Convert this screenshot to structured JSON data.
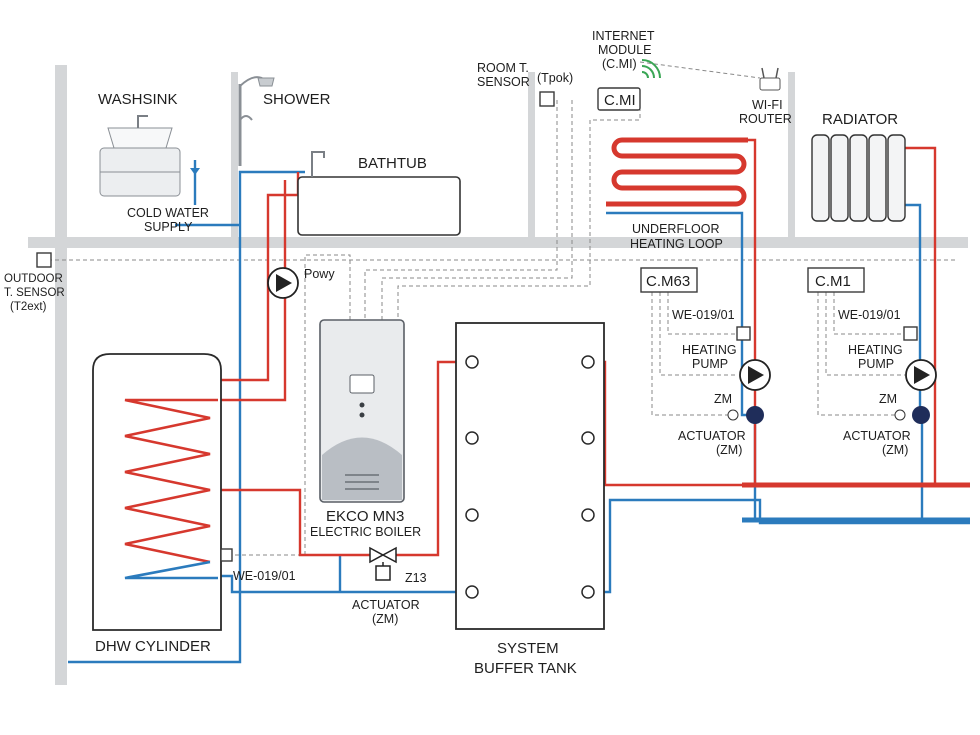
{
  "labels": {
    "washsink": "WASHSINK",
    "shower": "SHOWER",
    "bathtub": "BATHTUB",
    "cold_water_1": "COLD WATER",
    "cold_water_2": "SUPPLY",
    "room_sensor_1": "ROOM T.",
    "room_sensor_2": "SENSOR",
    "tpok": "(Tpok)",
    "internet_1": "INTERNET",
    "internet_2": "MODULE",
    "internet_3": "(C.MI)",
    "cmi_box": "C.MI",
    "wifi_1": "WI-FI",
    "wifi_2": "ROUTER",
    "radiator": "RADIATOR",
    "underfloor_1": "UNDERFLOOR",
    "underfloor_2": "HEATING LOOP",
    "outdoor_1": "OUTDOOR",
    "outdoor_2": "T. SENSOR",
    "outdoor_3": "(T2ext)",
    "powy": "Powy",
    "cm63": "C.M63",
    "cm1": "C.M1",
    "we_left": "WE-019/01",
    "we_right": "WE-019/01",
    "we_dhw": "WE-019/01",
    "heating_pump_l_1": "HEATING",
    "heating_pump_l_2": "PUMP",
    "heating_pump_r_1": "HEATING",
    "heating_pump_r_2": "PUMP",
    "zm_l": "ZM",
    "zm_r": "ZM",
    "actuator_l_1": "ACTUATOR",
    "actuator_l_2": "(ZM)",
    "actuator_r_1": "ACTUATOR",
    "actuator_r_2": "(ZM)",
    "boiler_1": "EKCO MN3",
    "boiler_2": "ELECTRIC BOILER",
    "z13": "Z13",
    "actuator_c_1": "ACTUATOR",
    "actuator_c_2": "(ZM)",
    "dhw": "DHW CYLINDER",
    "buffer_1": "SYSTEM",
    "buffer_2": "BUFFER TANK"
  },
  "colors": {
    "hot": "#d6382e",
    "cold": "#2b7bbd",
    "wifi": "#3aa655"
  }
}
